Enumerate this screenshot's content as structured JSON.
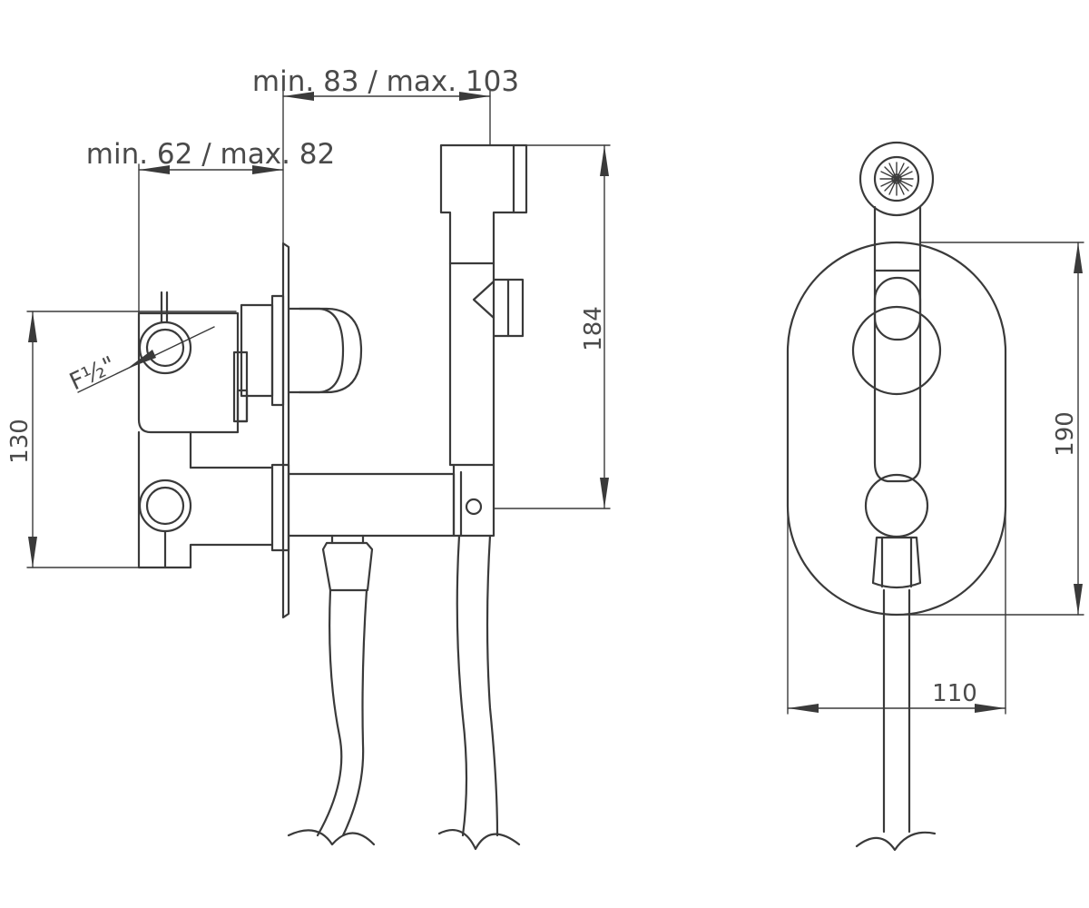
{
  "dimensions": {
    "install_depth_outer": "min. 83 / max. 103",
    "install_depth_inner": "min. 62 / max. 82",
    "body_height": "130",
    "thread_size": "F½\"",
    "holder_height": "184",
    "plate_height": "190",
    "plate_width": "110"
  },
  "colors": {
    "line": "#3a3a3a",
    "text": "#4a4a4a",
    "background": "#ffffff"
  }
}
